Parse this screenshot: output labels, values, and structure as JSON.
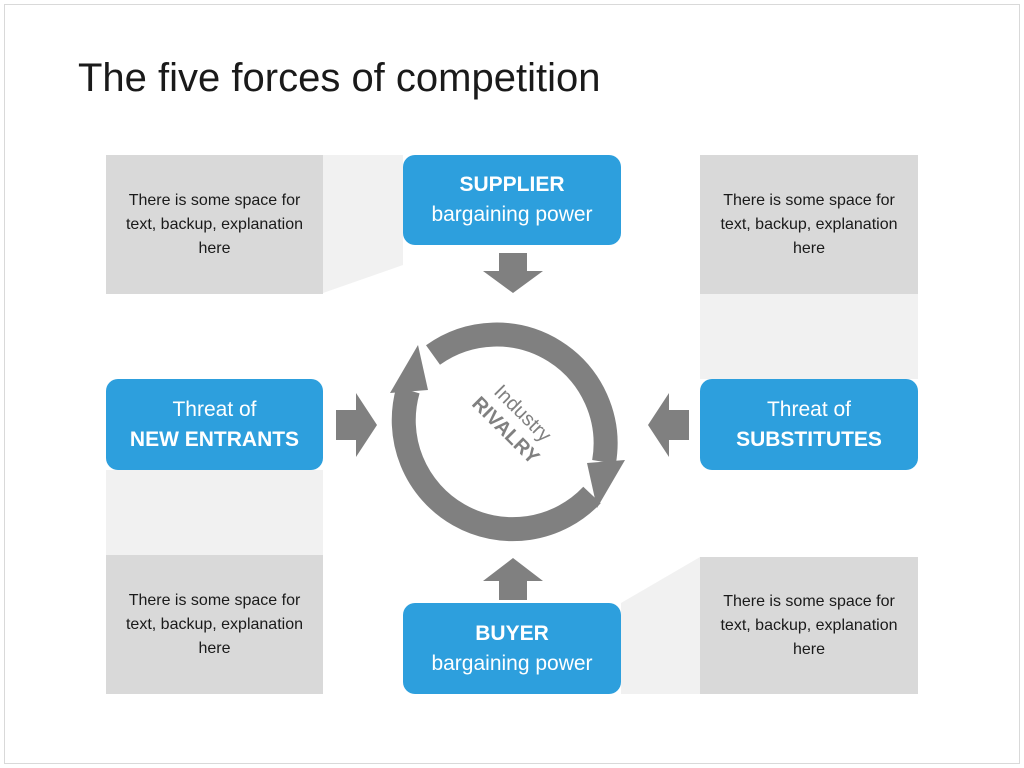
{
  "slide": {
    "title": "The five forces of competition"
  },
  "colors": {
    "force_box": "#2d9fdd",
    "note_box": "#d9d9d9",
    "connector": "#f1f1f1",
    "arrow": "#808080",
    "rivalry_text": "#808080"
  },
  "forces": {
    "supplier": {
      "bold": "SUPPLIER",
      "text": "bargaining power"
    },
    "buyer": {
      "bold": "BUYER",
      "text": "bargaining power"
    },
    "new_entrants": {
      "text": "Threat of",
      "bold": "NEW ENTRANTS"
    },
    "substitutes": {
      "text": "Threat of",
      "bold": "SUBSTITUTES"
    }
  },
  "center": {
    "line1": "Industry",
    "line2": "RIVALRY"
  },
  "notes": {
    "top_left": "There is some space for text, backup, explanation here",
    "top_right": "There is some space for text, backup, explanation here",
    "bottom_left": "There is some space for text, backup, explanation here",
    "bottom_right": "There is some space for text, backup, explanation here"
  },
  "icons": {
    "arrows": [
      "arrow-down-icon",
      "arrow-up-icon",
      "arrow-right-icon",
      "arrow-left-icon"
    ],
    "cycle": "circular-arrows-icon"
  }
}
